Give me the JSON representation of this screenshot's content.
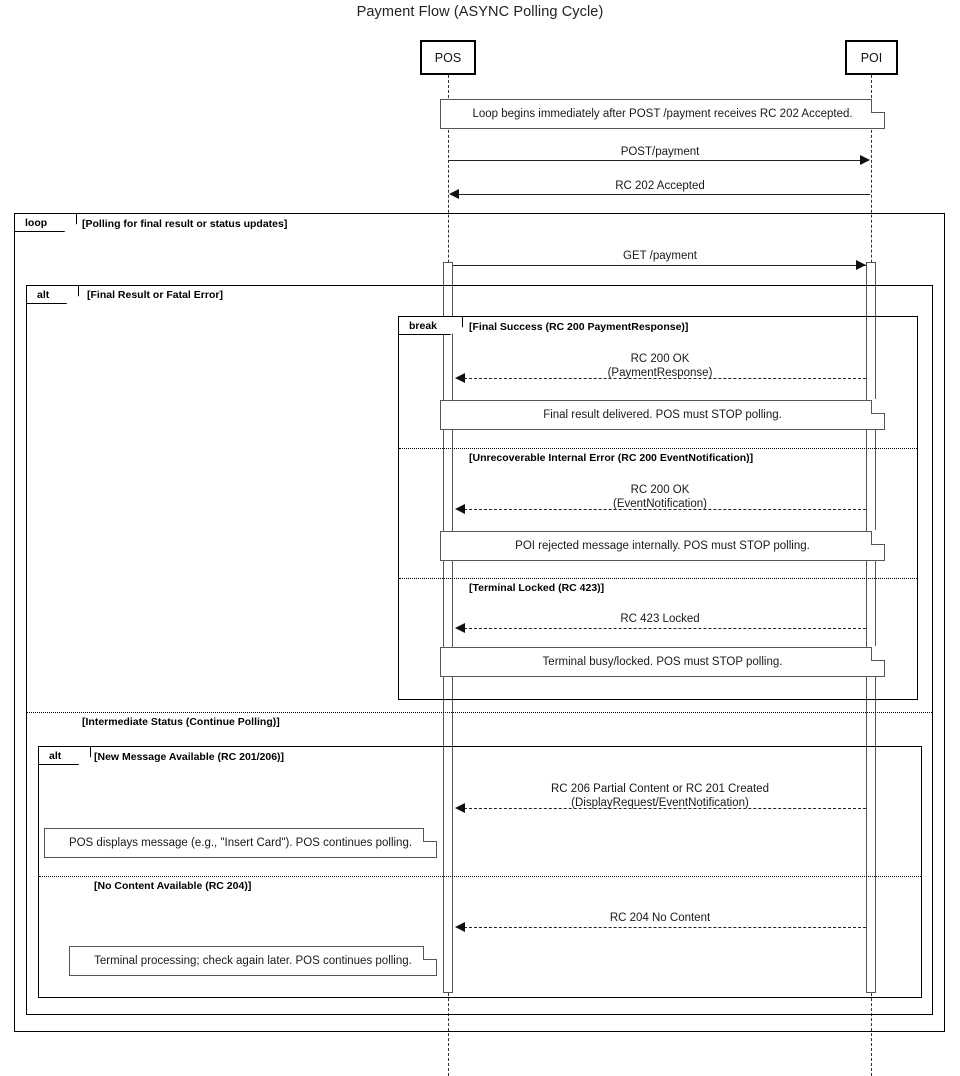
{
  "title": "Payment Flow (ASYNC Polling Cycle)",
  "participants": [
    {
      "name": "POS",
      "label": "POS"
    },
    {
      "name": "POI",
      "label": "POI"
    }
  ],
  "notes": [
    {
      "id": "note-loop-begins",
      "text": "Loop begins immediately after POST /payment receives RC 202 Accepted."
    },
    {
      "id": "note-final-result",
      "text": "Final result delivered. POS must STOP polling."
    },
    {
      "id": "note-poi-rejected",
      "text": "POI rejected message internally. POS must STOP polling."
    },
    {
      "id": "note-terminal-busy",
      "text": "Terminal busy/locked. POS must STOP polling."
    },
    {
      "id": "note-pos-displays",
      "text": "POS displays message (e.g., \"Insert Card\"). POS continues polling."
    },
    {
      "id": "note-terminal-processing",
      "text": "Terminal processing; check again later. POS continues polling."
    }
  ],
  "messages": [
    {
      "id": "msg-post-payment",
      "label": "POST/payment",
      "direction": "right",
      "style": "solid"
    },
    {
      "id": "msg-rc202",
      "label": "RC 202 Accepted",
      "direction": "left",
      "style": "solid"
    },
    {
      "id": "msg-get-payment",
      "label": "GET /payment",
      "direction": "right",
      "style": "solid"
    },
    {
      "id": "msg-rc200-payment",
      "label": "RC 200 OK\n(PaymentResponse)",
      "direction": "left",
      "style": "dashed"
    },
    {
      "id": "msg-rc200-event",
      "label": "RC 200 OK\n(EventNotification)",
      "direction": "left",
      "style": "dashed"
    },
    {
      "id": "msg-rc423",
      "label": "RC 423 Locked",
      "direction": "left",
      "style": "dashed"
    },
    {
      "id": "msg-rc206-201",
      "label": "RC 206 Partial Content or RC 201 Created\n(DisplayRequest/EventNotification)",
      "direction": "left",
      "style": "dashed"
    },
    {
      "id": "msg-rc204",
      "label": "RC 204 No Content",
      "direction": "left",
      "style": "dashed"
    }
  ],
  "frames": [
    {
      "id": "frame-loop",
      "tag": "loop",
      "label": "[Polling for final result or status updates]"
    },
    {
      "id": "frame-alt-outer",
      "tag": "alt",
      "label": "[Final Result or Fatal Error]"
    },
    {
      "id": "frame-break",
      "tag": "break",
      "label": "[Final Success (RC 200 PaymentResponse)]"
    },
    {
      "id": "frame-alt-inner",
      "tag": "alt",
      "label": "[New Message Available (RC 201/206)]"
    }
  ],
  "frame_sections": [
    {
      "id": "section-unrecoverable",
      "label": "[Unrecoverable Internal Error (RC 200 EventNotification)]"
    },
    {
      "id": "section-terminal-locked",
      "label": "[Terminal Locked (RC 423)]"
    },
    {
      "id": "section-intermediate",
      "label": "[Intermediate Status (Continue Polling)]"
    },
    {
      "id": "section-no-content",
      "label": "[No Content Available (RC 204)]"
    }
  ],
  "colors": {
    "line": "#000000",
    "text": "#1a1a1a",
    "activation_border": "#555555",
    "background": "#ffffff"
  }
}
